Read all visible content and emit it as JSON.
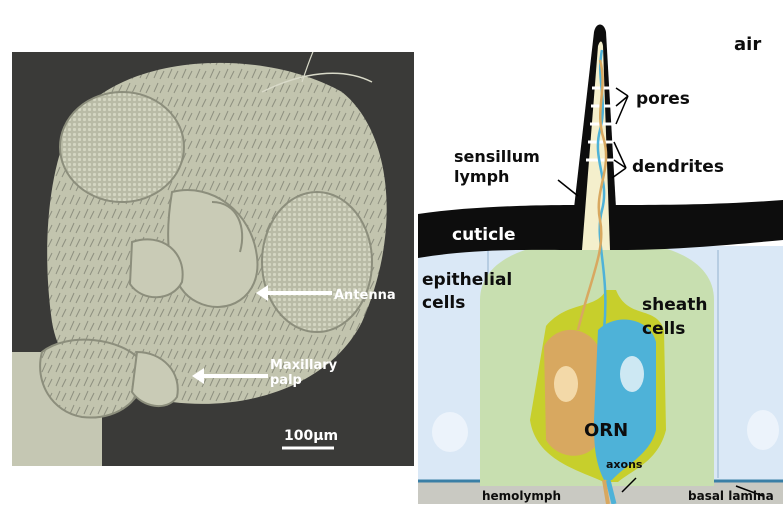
{
  "left_panel": {
    "labels": {
      "antenna": "Antenna",
      "maxillary_palp_line1": "Maxillary",
      "maxillary_palp_line2": "palp",
      "scale_bar": "100µm"
    },
    "colors": {
      "background": "#3a3a38",
      "specimen": "#c9cbb6",
      "arrow": "#ffffff"
    }
  },
  "right_panel": {
    "labels": {
      "air": "air",
      "pores": "pores",
      "sensillum_line1": "sensillum",
      "sensillum_line2": "lymph",
      "dendrites": "dendrites",
      "cuticle": "cuticle",
      "epithelial_line1": "epithelial",
      "epithelial_line2": "cells",
      "sheath_line1": "sheath",
      "sheath_line2": "cells",
      "orn": "ORN",
      "axons": "axons",
      "hemolymph": "hemolymph",
      "basal_lamina": "basal lamina"
    },
    "colors": {
      "air": "#ffffff",
      "cuticle": "#0d0d0d",
      "epithelium": "#dae8f6",
      "sheath": "#c8dfb0",
      "support_cell": "#c7cf2c",
      "soma": "#d8a860",
      "orn": "#4eb2d8",
      "hemolymph": "#c9c9c2",
      "sensillum_lymph": "#f4efcc"
    }
  }
}
